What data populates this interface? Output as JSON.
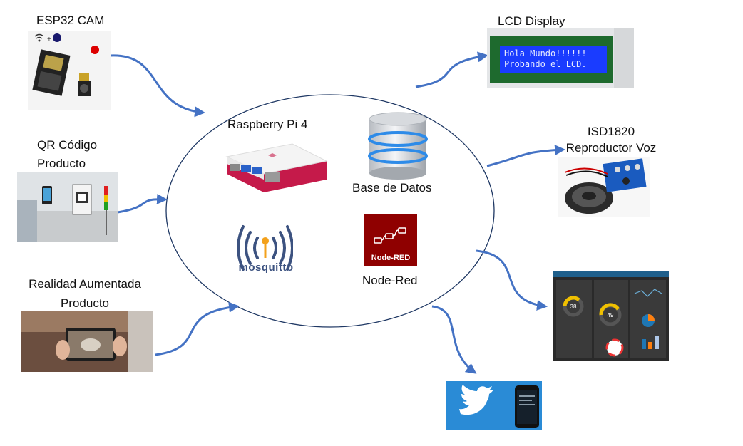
{
  "center": {
    "raspberry_label": "Raspberry Pi 4",
    "database_label": "Base de Datos",
    "nodered_label": "Node-Red",
    "nodered_logo_text": "Node-RED",
    "mosquitto_logo_text": "mosquitto"
  },
  "inputs": {
    "esp32": {
      "label": "ESP32 CAM"
    },
    "qr": {
      "label_line1": "QR Código",
      "label_line2": "Producto"
    },
    "ar": {
      "label_line1": "Realidad Aumentada",
      "label_line2": "Producto"
    }
  },
  "outputs": {
    "lcd": {
      "label": "LCD Display",
      "screen_line1": "Hola Mundo!!!!!!",
      "screen_line2": "Probando el LCD."
    },
    "voice": {
      "label_line1": "ISD1820",
      "label_line2": "Reproductor Voz"
    },
    "dashboard": {
      "ring_value_1": "38",
      "ring_value_2": "49"
    },
    "twitter": {}
  },
  "colors": {
    "arrow": "#4472C4",
    "lcd_screen": "#1a3cff",
    "nodered": "#8f0000",
    "raspberry_red": "#c51a4a",
    "mosquitto": "#3c5280"
  }
}
